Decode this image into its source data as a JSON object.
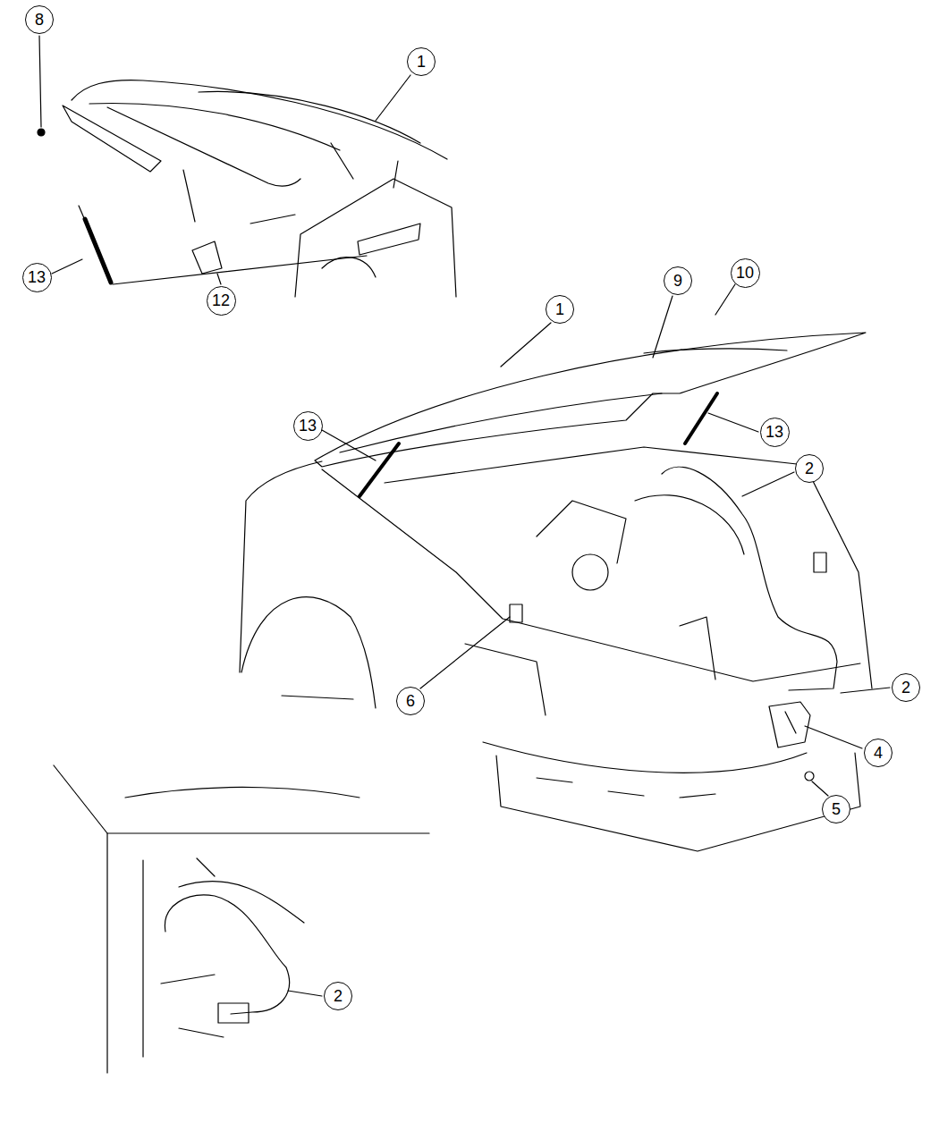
{
  "diagram": {
    "nodes": [
      {
        "text": [
          "8"
        ]
      },
      {
        "text": [
          "1"
        ]
      },
      {
        "text": [
          "13"
        ]
      },
      {
        "text": [
          "12"
        ]
      },
      {
        "text": [
          "10"
        ]
      },
      {
        "text": [
          "9"
        ]
      },
      {
        "text": [
          "1"
        ]
      },
      {
        "text": [
          "13"
        ]
      },
      {
        "text": [
          "13"
        ]
      },
      {
        "text": [
          "2"
        ]
      },
      {
        "text": [
          "2"
        ]
      },
      {
        "text": [
          "6"
        ]
      },
      {
        "text": [
          "4"
        ]
      },
      {
        "text": [
          "5"
        ]
      },
      {
        "text": [
          "2"
        ]
      }
    ]
  }
}
